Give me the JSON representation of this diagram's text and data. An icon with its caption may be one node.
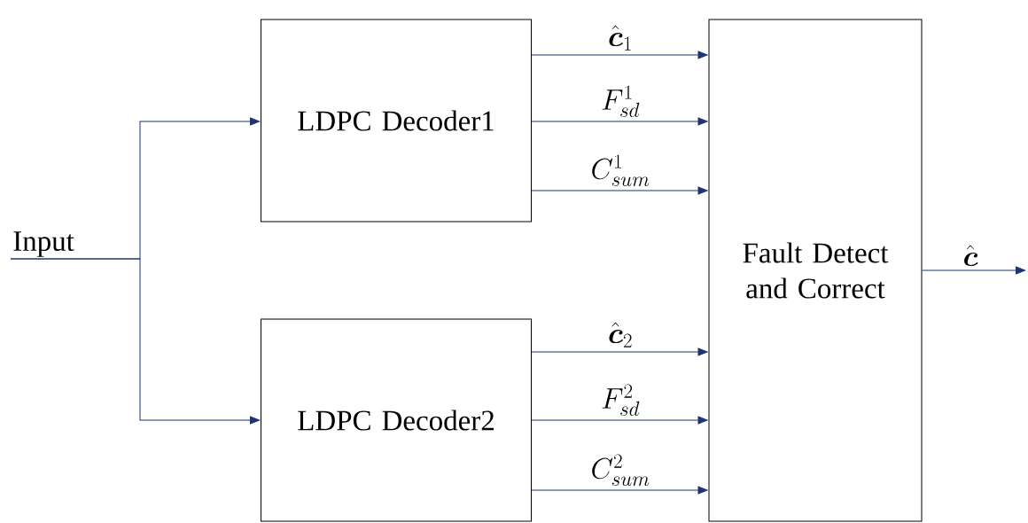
{
  "diagram": {
    "nodes": [
      {
        "text": [
          "Input"
        ]
      },
      {
        "text": [
          "LDPC Decoder1"
        ]
      },
      {
        "text": [
          "LDPC Decoder2"
        ]
      },
      {
        "text": [
          "Fault Detect and Correct"
        ]
      }
    ],
    "edges": [
      {
        "from": 0,
        "to": 1,
        "arrow": "to"
      },
      {
        "from": 0,
        "to": 2,
        "arrow": "to"
      },
      {
        "from": 1,
        "to": 3,
        "arrow": "to",
        "label": "\\hat{\\boldsymbol{c}}_1"
      },
      {
        "from": 1,
        "to": 3,
        "arrow": "to",
        "label": "F_{sd}^{1}"
      },
      {
        "from": 1,
        "to": 3,
        "arrow": "to",
        "label": "C_{sum}^{1}"
      },
      {
        "from": 2,
        "to": 3,
        "arrow": "to",
        "label": "\\hat{\\boldsymbol{c}}_2"
      },
      {
        "from": 2,
        "to": 3,
        "arrow": "to",
        "label": "F_{sd}^{2}"
      },
      {
        "from": 2,
        "to": 3,
        "arrow": "to",
        "label": "C_{sum}^{2}"
      },
      {
        "from": 3,
        "to": null,
        "arrow": "to",
        "label": "\\hat{\\boldsymbol{c}}"
      }
    ]
  }
}
